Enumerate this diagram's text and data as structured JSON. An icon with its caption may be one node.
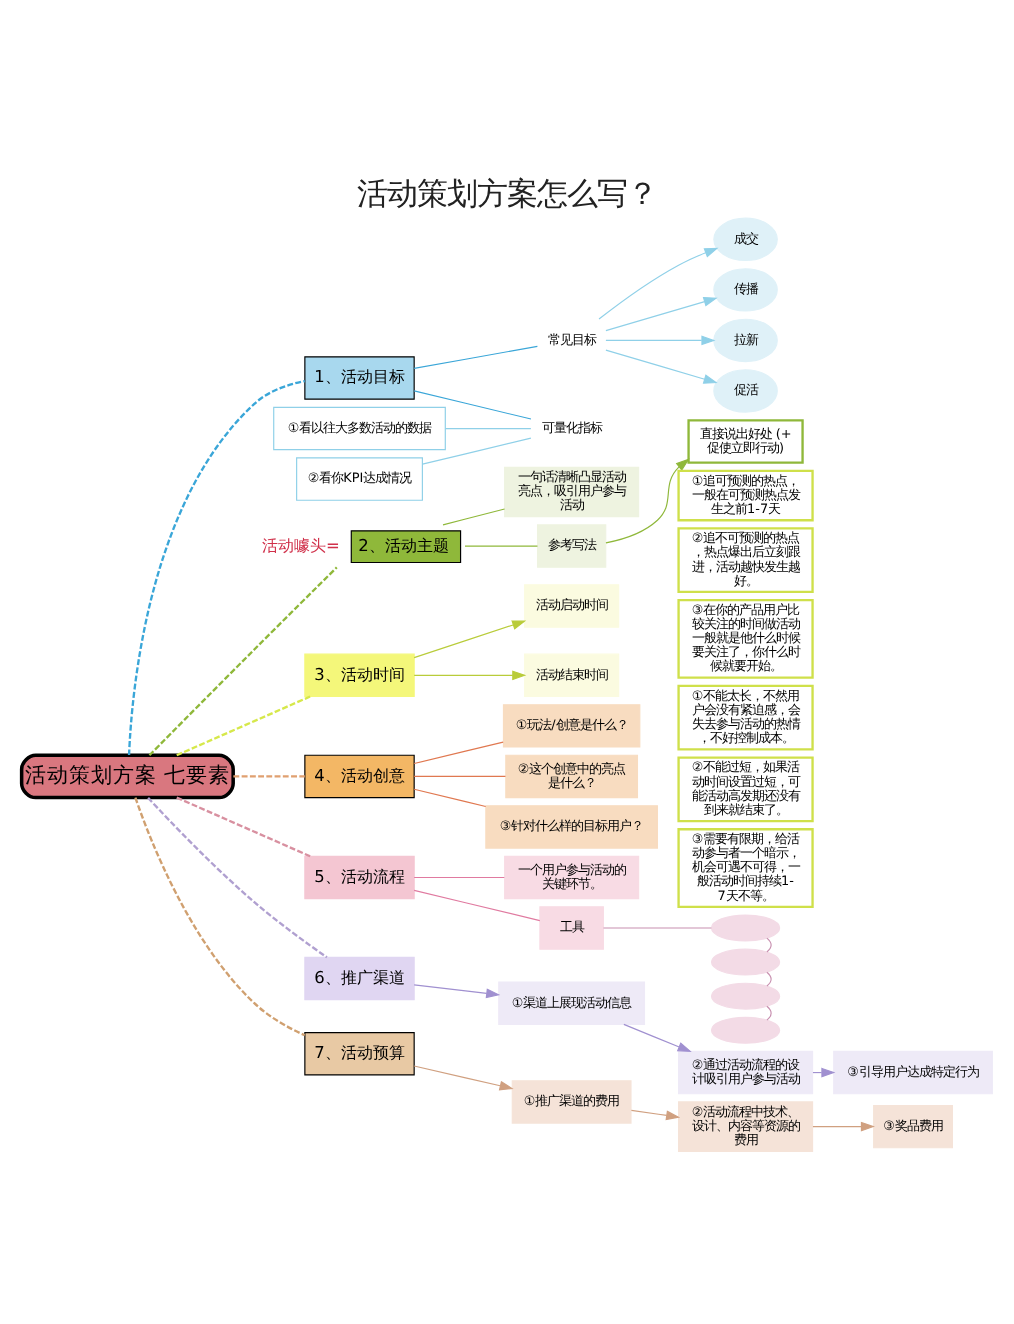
{
  "diagram": {
    "title": "活动策划方案怎么写？",
    "nodes": [
      {
        "text": [
          "活动策划方案 七要素"
        ]
      },
      {
        "text": [
          "1、活动目标"
        ]
      },
      {
        "text": [
          "常见目标"
        ]
      },
      {
        "text": [
          "成交"
        ]
      },
      {
        "text": [
          "传播"
        ]
      },
      {
        "text": [
          "拉新"
        ]
      },
      {
        "text": [
          "促活"
        ]
      },
      {
        "text": [
          "可量化指标"
        ]
      },
      {
        "text": [
          "①看以往大多数活动的数据"
        ]
      },
      {
        "text": [
          "②看你KPI达成情况"
        ]
      },
      {
        "text": [
          "2、活动主题"
        ],
        "beside": [
          "活动噱头="
        ]
      },
      {
        "text": [
          "一句话清晰凸显活动亮点，吸引用户参与活动"
        ]
      },
      {
        "text": [
          "参考写法"
        ]
      },
      {
        "text": [
          "直接说出好处 (+促使立即行动)"
        ]
      },
      {
        "text": [
          "3、活动时间"
        ]
      },
      {
        "text": [
          "活动启动时间"
        ]
      },
      {
        "text": [
          "活动结束时间"
        ]
      },
      {
        "text": [
          "①追可预测的热点，一般在可预测热点发生之前1-7天"
        ]
      },
      {
        "text": [
          "②追不可预测的热点，热点爆出后立刻跟进，活动越快发生越好。"
        ]
      },
      {
        "text": [
          "③在你的产品用户比较关注的时间做活动一般就是他什么时候要关注了，你什么时候就要开始。"
        ]
      },
      {
        "text": [
          "①不能太长，不然用户会没有紧迫感，会失去参与活动的热情，不好控制成本。"
        ]
      },
      {
        "text": [
          "②不能过短，如果活动时间设置过短，可能活动高发期还没有到来就结束了。"
        ]
      },
      {
        "text": [
          "③需要有限期，给活动参与者一个暗示，机会可遇不可得，一般活动时间持续1-7天不等。"
        ]
      },
      {
        "text": [
          "4、活动创意"
        ]
      },
      {
        "text": [
          "①玩法/创意是什么？"
        ]
      },
      {
        "text": [
          "②这个创意中的亮点是什么？"
        ]
      },
      {
        "text": [
          "③针对什么样的目标用户？"
        ]
      },
      {
        "text": [
          "5、活动流程"
        ]
      },
      {
        "text": [
          "一个用户参与活动的关键环节。"
        ]
      },
      {
        "text": [
          "工具"
        ]
      },
      {
        "text": [],
        "shape": "ellipse"
      },
      {
        "text": [],
        "shape": "ellipse"
      },
      {
        "text": [],
        "shape": "ellipse"
      },
      {
        "text": [],
        "shape": "ellipse"
      },
      {
        "text": [
          "6、推广渠道"
        ]
      },
      {
        "text": [
          "①渠道上展现活动信息"
        ]
      },
      {
        "text": [
          "②通过活动流程的设计吸引用户参与活动"
        ]
      },
      {
        "text": [
          "③引导用户达成特定行为"
        ]
      },
      {
        "text": [
          "7、活动预算"
        ]
      },
      {
        "text": [
          "①推广渠道的费用"
        ]
      },
      {
        "text": [
          "②活动流程中技术、设计、内容等资源的费用"
        ]
      },
      {
        "text": [
          "③奖品费用"
        ]
      }
    ],
    "edges": [
      {
        "from": 0,
        "to": 1,
        "arrow": "none",
        "style": "dashed",
        "color": "#3aa6d8"
      },
      {
        "from": 1,
        "to": 2,
        "arrow": "none",
        "color": "#3aa6d8"
      },
      {
        "from": 1,
        "to": 7,
        "arrow": "none",
        "color": "#3aa6d8"
      },
      {
        "from": 2,
        "to": 3,
        "arrow": "to",
        "color": "#8fd0e8"
      },
      {
        "from": 2,
        "to": 4,
        "arrow": "to",
        "color": "#8fd0e8"
      },
      {
        "from": 2,
        "to": 5,
        "arrow": "to",
        "color": "#8fd0e8"
      },
      {
        "from": 2,
        "to": 6,
        "arrow": "to",
        "color": "#8fd0e8"
      },
      {
        "from": 8,
        "to": 7,
        "arrow": "none",
        "color": "#8fd0e8"
      },
      {
        "from": 9,
        "to": 7,
        "arrow": "none",
        "color": "#8fd0e8"
      },
      {
        "from": 0,
        "to": 10,
        "arrow": "none",
        "style": "dashed",
        "color": "#8fb83a"
      },
      {
        "from": 10,
        "to": 11,
        "arrow": "none",
        "color": "#8fb83a"
      },
      {
        "from": 10,
        "to": 12,
        "arrow": "none",
        "color": "#8fb83a"
      },
      {
        "from": 12,
        "to": 13,
        "arrow": "to",
        "color": "#8fb83a"
      },
      {
        "from": 0,
        "to": 14,
        "arrow": "none",
        "style": "dashed",
        "color": "#d6e84a"
      },
      {
        "from": 14,
        "to": 15,
        "arrow": "to",
        "color": "#b9cc3a"
      },
      {
        "from": 14,
        "to": 16,
        "arrow": "to",
        "color": "#b9cc3a"
      },
      {
        "from": 0,
        "to": 23,
        "arrow": "none",
        "style": "dashed",
        "color": "#e0a070"
      },
      {
        "from": 23,
        "to": 24,
        "arrow": "none",
        "color": "#e07850"
      },
      {
        "from": 23,
        "to": 25,
        "arrow": "none",
        "color": "#e07850"
      },
      {
        "from": 23,
        "to": 26,
        "arrow": "none",
        "color": "#e07850"
      },
      {
        "from": 0,
        "to": 27,
        "arrow": "none",
        "style": "dashed",
        "color": "#d890a0"
      },
      {
        "from": 27,
        "to": 28,
        "arrow": "none",
        "color": "#e07aa0"
      },
      {
        "from": 27,
        "to": 29,
        "arrow": "none",
        "color": "#e07aa0"
      },
      {
        "from": 29,
        "to": 30,
        "arrow": "none",
        "color": "#c890b0"
      },
      {
        "from": 30,
        "to": 31,
        "arrow": "none",
        "color": "#c890b0"
      },
      {
        "from": 31,
        "to": 32,
        "arrow": "none",
        "color": "#c890b0"
      },
      {
        "from": 32,
        "to": 33,
        "arrow": "none",
        "color": "#c890b0"
      },
      {
        "from": 0,
        "to": 34,
        "arrow": "none",
        "style": "dashed",
        "color": "#b0a0d0"
      },
      {
        "from": 34,
        "to": 35,
        "arrow": "to",
        "color": "#a090d0"
      },
      {
        "from": 35,
        "to": 36,
        "arrow": "to",
        "color": "#a090d0"
      },
      {
        "from": 36,
        "to": 37,
        "arrow": "to",
        "color": "#a090d0"
      },
      {
        "from": 0,
        "to": 38,
        "arrow": "none",
        "style": "dashed",
        "color": "#d0a070"
      },
      {
        "from": 38,
        "to": 39,
        "arrow": "to",
        "color": "#d0a080"
      },
      {
        "from": 39,
        "to": 40,
        "arrow": "to",
        "color": "#d0a080"
      },
      {
        "from": 40,
        "to": 41,
        "arrow": "to",
        "color": "#d0a080"
      }
    ]
  }
}
